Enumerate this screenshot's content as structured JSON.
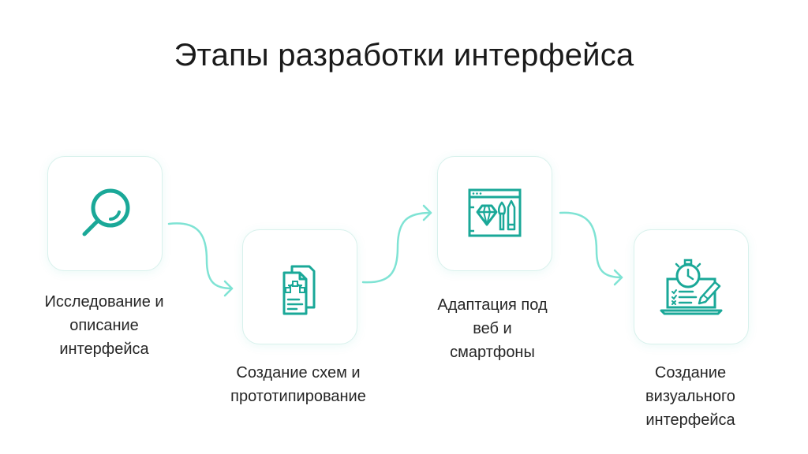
{
  "title": "Этапы разработки интерфейса",
  "colors": {
    "accent": "#1aa898",
    "arrow": "#7fe3d4",
    "card_border": "#d8f1ec"
  },
  "steps": [
    {
      "icon": "magnifier-icon",
      "label_lines": [
        "Исследование и",
        "описание",
        "интерфейса"
      ]
    },
    {
      "icon": "wireframe-document-icon",
      "label_lines": [
        "Создание схем и",
        "прототипирование"
      ]
    },
    {
      "icon": "design-tools-window-icon",
      "label_lines": [
        "Адаптация под",
        "веб и",
        "смартфоны"
      ]
    },
    {
      "icon": "laptop-stopwatch-checklist-icon",
      "label_lines": [
        "Создание",
        "визуального",
        "интерфейса"
      ]
    }
  ]
}
